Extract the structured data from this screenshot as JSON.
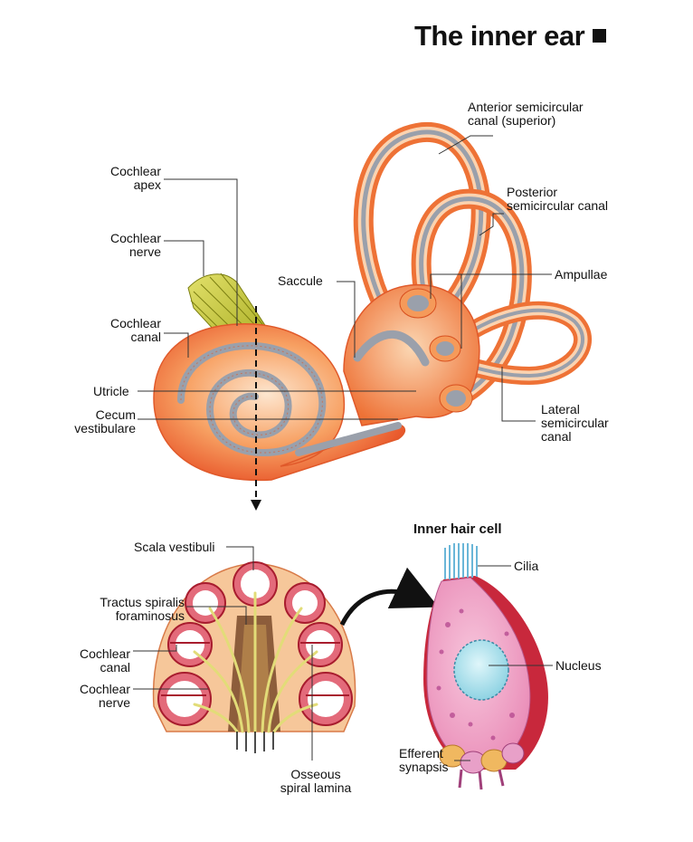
{
  "title": "The inner ear",
  "labyrinth_labels": {
    "anterior_canal": [
      "Anterior semicircular",
      "canal (superior)"
    ],
    "posterior_canal": [
      "Posterior",
      "semicircular canal"
    ],
    "cochlear_apex": [
      "Cochlear",
      "apex"
    ],
    "cochlear_nerve": [
      "Cochlear",
      "nerve"
    ],
    "saccule": "Saccule",
    "ampullae": "Ampullae",
    "cochlear_canal": [
      "Cochlear",
      "canal"
    ],
    "utricle": "Utricle",
    "cecum_vestibulare": [
      "Cecum",
      "vestibulare"
    ],
    "lateral_canal": [
      "Lateral",
      "semicircular",
      "canal"
    ]
  },
  "cross_section_labels": {
    "scala_vestibuli": "Scala vestibuli",
    "tractus": [
      "Tractus spiralis",
      "foraminosus"
    ],
    "cochlear_canal": [
      "Cochlear",
      "canal"
    ],
    "cochlear_nerve": [
      "Cochlear",
      "nerve"
    ],
    "osseous_lamina": [
      "Osseous",
      "spiral lamina"
    ]
  },
  "hair_cell": {
    "title": "Inner hair cell",
    "cilia": "Cilia",
    "nucleus": "Nucleus",
    "efferent_synapsis": [
      "Efferent",
      "synapsis"
    ]
  },
  "colors": {
    "labyrinth_orange": "#f07a3a",
    "labyrinth_light": "#fbd3b0",
    "membrane_gray": "#9aa0ab",
    "nerve_yellow": "#c9cc3a",
    "cross_section_bone": "#f6c79a",
    "cross_section_red": "#c8283c",
    "cell_pink": "#f2a6c8",
    "nucleus_blue": "#aee3ee",
    "cilia_blue": "#7dc4e0"
  }
}
